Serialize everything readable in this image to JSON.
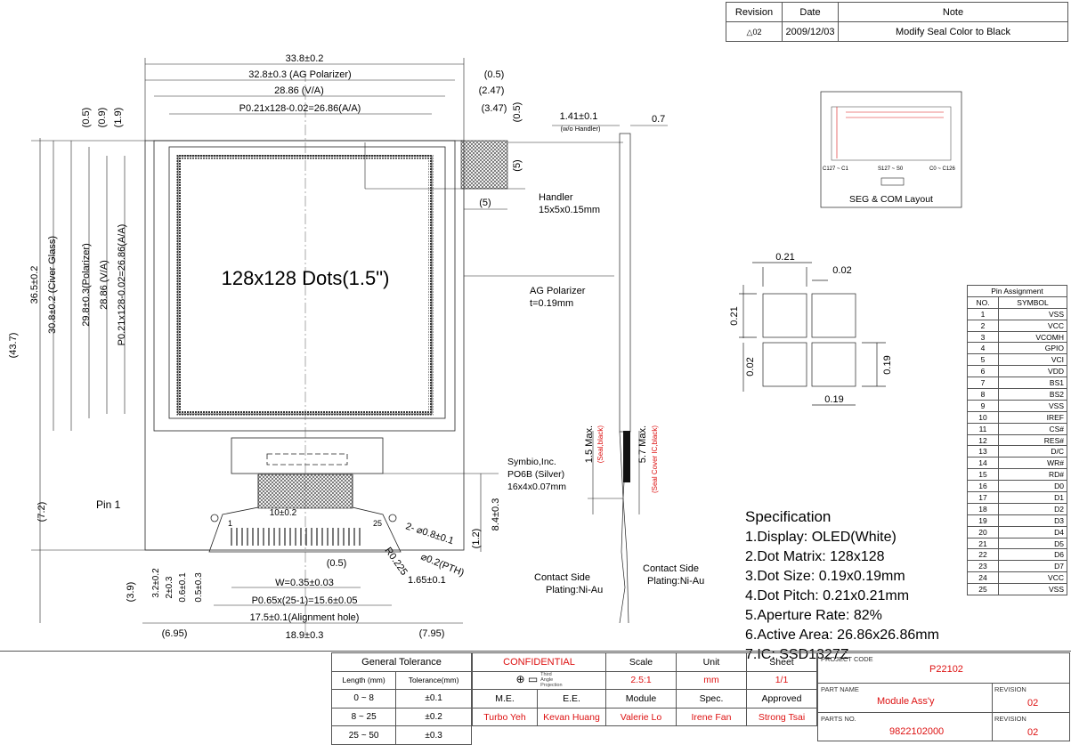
{
  "revision_table": {
    "headers": [
      "Revision",
      "Date",
      "Note"
    ],
    "row": {
      "revision": "02",
      "date": "2009/12/03",
      "note": "Modify Seal Color to Black"
    }
  },
  "dimensions": {
    "outer_width": "33.8±0.2",
    "polarizer_width": "32.8±0.3 (AG Polarizer)",
    "va_width": "28.86 (V/A)",
    "aa_width": "P0.21x128-0.02=26.86(A/A)",
    "gap_05": "(0.5)",
    "gap_247": "(2.47)",
    "gap_347": "(3.47)",
    "left_05": "(0.5)",
    "left_09": "(0.9)",
    "left_19": "(1.9)",
    "total_height": "(43.7)",
    "cover_height": "36.5±0.2",
    "glass_height": "30.8±0.2 (Civer Glass)",
    "polarizer_height": "29.8±0.3(Polarizer)",
    "va_height": "28.86 (V/A)",
    "aa_height": "P0.21x128-0.02=26.86(A/A)",
    "fpc_72": "(7.2)",
    "fpc_39": "(3.9)",
    "handler_5a": "(5)",
    "handler_5b": "(5)",
    "thickness": "1.41±0.1",
    "thickness_note": "(w/o  Handler)",
    "thick_07": "0.7",
    "seal_height": "1.5 Max.",
    "seal_note": "(Seal,black)",
    "ic_height": "5.7 Max.",
    "ic_note": "(Seal Cover IC,black)",
    "fpc_12": "(1.2)",
    "fpc_84": "8.4±0.3",
    "d32": "3.2±0.2",
    "d2": "2±0.3",
    "d06": "0.6±0.1",
    "d05": "0.5±0.3",
    "d10": "10±0.2",
    "pin05": "(0.5)",
    "pin_w": "W=0.35±0.03",
    "pin_pitch": "P0.65x(25-1)=15.6±0.05",
    "d165": "1.65±0.1",
    "align_hole": "17.5±0.1(Alignment hole)",
    "tail_695": "(6.95)",
    "tail_189": "18.9±0.3",
    "tail_795": "(7.95)",
    "hole_08": "2- ⌀0.8±0.1",
    "hole_02": "⌀0.2(PTH)",
    "r0225": "R0.225"
  },
  "labels": {
    "dots": "128x128 Dots(1.5\")",
    "handler": "Handler",
    "handler_size": "15x5x0.15mm",
    "ag_polarizer": "AG Polarizer",
    "ag_thickness": "t=0.19mm",
    "symbio": "Symbio,Inc.",
    "po6b": "PO6B (Silver)",
    "po6b_size": "16x4x0.07mm",
    "pin1": "Pin 1",
    "pin_num1": "1",
    "pin_num25": "25",
    "contact_left_1": "Contact Side",
    "contact_left_2": "Plating:Ni-Au",
    "contact_right_1": "Contact Side",
    "contact_right_2": "Plating:Ni-Au",
    "seg_c1": "C127 ~ C1",
    "seg_s": "S127 ~ S0",
    "seg_c0": "C0 ~ C126",
    "seg_title": "SEG & COM Layout",
    "rev_mark": "02"
  },
  "pixel_detail": {
    "p021_top": "0.21",
    "p002_top": "0.02",
    "p021_left": "0.21",
    "p002_left": "0.02",
    "p019_right": "0.19",
    "p019_bottom": "0.19"
  },
  "specification": {
    "title": "Specification",
    "items": [
      "1.Display:  OLED(White)",
      "2.Dot Matrix:  128x128",
      "3.Dot Size:  0.19x0.19mm",
      "4.Dot Pitch:  0.21x0.21mm",
      "5.Aperture Rate:  82%",
      "6.Active Area:  26.86x26.86mm",
      "7.IC:  SSD1327Z"
    ]
  },
  "pin_assignment": {
    "title": "Pin Assignment",
    "headers": [
      "NO.",
      "SYMBOL"
    ],
    "rows": [
      [
        "1",
        "VSS"
      ],
      [
        "2",
        "VCC"
      ],
      [
        "3",
        "VCOMH"
      ],
      [
        "4",
        "GPIO"
      ],
      [
        "5",
        "VCI"
      ],
      [
        "6",
        "VDD"
      ],
      [
        "7",
        "BS1"
      ],
      [
        "8",
        "BS2"
      ],
      [
        "9",
        "VSS"
      ],
      [
        "10",
        "IREF"
      ],
      [
        "11",
        "CS#"
      ],
      [
        "12",
        "RES#"
      ],
      [
        "13",
        "D/C"
      ],
      [
        "14",
        "WR#"
      ],
      [
        "15",
        "RD#"
      ],
      [
        "16",
        "D0"
      ],
      [
        "17",
        "D1"
      ],
      [
        "18",
        "D2"
      ],
      [
        "19",
        "D3"
      ],
      [
        "20",
        "D4"
      ],
      [
        "21",
        "D5"
      ],
      [
        "22",
        "D6"
      ],
      [
        "23",
        "D7"
      ],
      [
        "24",
        "VCC"
      ],
      [
        "25",
        "VSS"
      ]
    ]
  },
  "tolerance": {
    "title": "General Tolerance",
    "headers": [
      "Length (mm)",
      "Tolerance(mm)"
    ],
    "rows": [
      [
        "0 ~ 8",
        "±0.1"
      ],
      [
        "8 ~ 25",
        "±0.2"
      ],
      [
        "25 ~ 50",
        "±0.3"
      ]
    ]
  },
  "title_block": {
    "confidential": "CONFIDENTIAL",
    "scale_label": "Scale",
    "unit_label": "Unit",
    "sheet_label": "Sheet",
    "projection": [
      "Third",
      "Angle",
      "Projection"
    ],
    "scale": "2.5:1",
    "unit": "mm",
    "sheet": "1/1",
    "roles": [
      "M.E.",
      "E.E.",
      "Module",
      "Spec.",
      "Approved"
    ],
    "names": [
      "Turbo Yeh",
      "Kevan Huang",
      "Valerie Lo",
      "Irene Fan",
      "Strong Tsai"
    ],
    "project_code_label": "PROJECT CODE",
    "project_code": "P22102",
    "part_name_label": "PART NAME",
    "part_name": "Module Ass'y",
    "revision_label": "REVISION",
    "revision": "02",
    "parts_no_label": "PARTS NO.",
    "parts_no": "9822102000",
    "revision_label2": "REVISION",
    "revision2": "02"
  },
  "colors": {
    "accent": "#dd1111",
    "line": "#222222"
  }
}
